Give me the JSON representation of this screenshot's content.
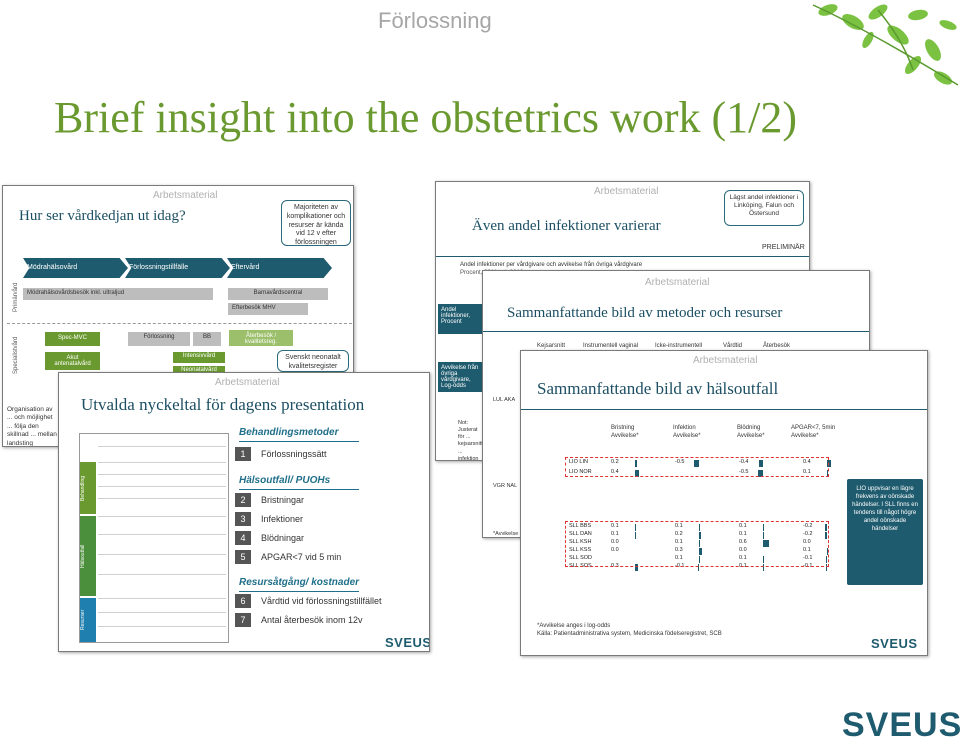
{
  "header": {
    "label": "Förlossning",
    "title": "Brief insight into the obstetrics work (1/2)"
  },
  "watermark": "Arbetsmaterial",
  "slide1": {
    "title": "Hur ser vårdkedjan ut idag?",
    "callout": "Majoriteten av komplikationer och resurser är kända vid 12 v efter förlossningen",
    "chevrons": [
      "Mödrahälsovård",
      "Förlossningstillfälle",
      "Eftervård"
    ],
    "row_labels": [
      "Primärvård",
      "Specialistvård"
    ],
    "bars": [
      "Mödrahälsovårdsbesök inkl. ultraljud",
      "Barnavårdscentral",
      "Efterbesök MHV"
    ],
    "boxes": [
      "Spec-MVC",
      "Akut antenatalvård",
      "Förlossning",
      "BB",
      "Återbesök / kvalitetsreg.",
      "Intensivvård",
      "Neonatalvård"
    ],
    "callout2": "Svenskt neonatalt kvalitetsregister",
    "side_text": "Organisation av ... och möjlighet ... följa den skillnad ... mellan landsting"
  },
  "slide2": {
    "title": "Även andel infektioner varierar",
    "callout": "Lägst andel infektioner i Linköping, Falun och Östersund",
    "badge": "PRELIMINÄR",
    "chart_header": "Andel infektioner per vårdgivare och avvikelse från övriga vårdgivare",
    "chart_sub": "Procent, 2011 och 2012",
    "side_label1": "Andel infektioner, Procent",
    "side_label2": "Avvikelse från övriga vårdgivare, Log-odds",
    "note": "Not: Justerat för ... kejsarsnitt, ... infektion de ... Y059 inom ... Källa: Patien..."
  },
  "slide3": {
    "title": "Sammanfattande bild av metoder och resurser",
    "columns": [
      "Kejsarsnitt",
      "Instrumentell vaginal",
      "Icke-instrumentell",
      "Vårdtid",
      "Återbesök"
    ],
    "row_labels": [
      "LUL AKA",
      "VGR NAL"
    ],
    "note": "*Avvikelse ... Källa: Patien..."
  },
  "slide4": {
    "title": "Sammanfattande bild av hälsoutfall",
    "columns": [
      {
        "name": "Bristning",
        "sub": "Avvikelse*"
      },
      {
        "name": "Infektion",
        "sub": "Avvikelse*"
      },
      {
        "name": "Blödning",
        "sub": "Avvikelse*"
      },
      {
        "name": "APGAR<7, 5min",
        "sub": "Avvikelse*"
      }
    ],
    "rows": [
      {
        "label": "LIO LIN",
        "v": [
          "0.2",
          "-0.5",
          "-0.4",
          "0.4"
        ]
      },
      {
        "label": "LIO NOR",
        "v": [
          "0.4",
          "",
          "-0.5",
          "0.1"
        ]
      },
      {
        "label": "SLL BBS",
        "v": [
          "0.1",
          "0.1",
          "0.1",
          "-0.2"
        ]
      },
      {
        "label": "SLL DAN",
        "v": [
          "0.1",
          "0.2",
          "0.1",
          "-0.2"
        ]
      },
      {
        "label": "SLL KSH",
        "v": [
          "0.0",
          "0.1",
          "0.6",
          "0.0"
        ]
      },
      {
        "label": "SLL KSS",
        "v": [
          "0.0",
          "0.3",
          "0.0",
          "0.1"
        ]
      },
      {
        "label": "SLL SOD",
        "v": [
          "",
          "0.1",
          "0.1",
          "-0.1"
        ]
      },
      {
        "label": "SLL SOS",
        "v": [
          "0.3",
          "-0.1",
          "0.1",
          "-0.1"
        ]
      }
    ],
    "note_box": "LIO uppvisar en lägre frekvens av oönskade händelser. I SLL finns en tendens till något högre andel oönskade händelser",
    "footnote": "*Avvikelse anges i log-odds",
    "source": "Källa: Patientadministrativa system, Medicinska födelseregistret, SCB"
  },
  "slide5": {
    "title": "Utvalda nyckeltal för dagens presentation",
    "sections": [
      {
        "name": "Behandlingsmetoder",
        "items": [
          {
            "n": "1",
            "text": "Förlossningssätt"
          }
        ]
      },
      {
        "name": "Hälsoutfall/ PUOHs",
        "items": [
          {
            "n": "2",
            "text": "Bristningar"
          },
          {
            "n": "3",
            "text": "Infektioner"
          },
          {
            "n": "4",
            "text": "Blödningar"
          },
          {
            "n": "5",
            "text": "APGAR<7 vid 5 min"
          }
        ]
      },
      {
        "name": "Resursåtgång/ kostnader",
        "items": [
          {
            "n": "6",
            "text": "Vårdtid vid förlossningstillfället"
          },
          {
            "n": "7",
            "text": "Antal återbesök inom 12v"
          }
        ]
      }
    ],
    "band_labels": [
      "Behandling",
      "Hälsoutfall",
      "Resurser"
    ]
  },
  "logo": "SVEUS",
  "colors": {
    "accent_green": "#6a9a2f",
    "teal": "#1f5b6e",
    "title_teal": "#1c4f63"
  }
}
